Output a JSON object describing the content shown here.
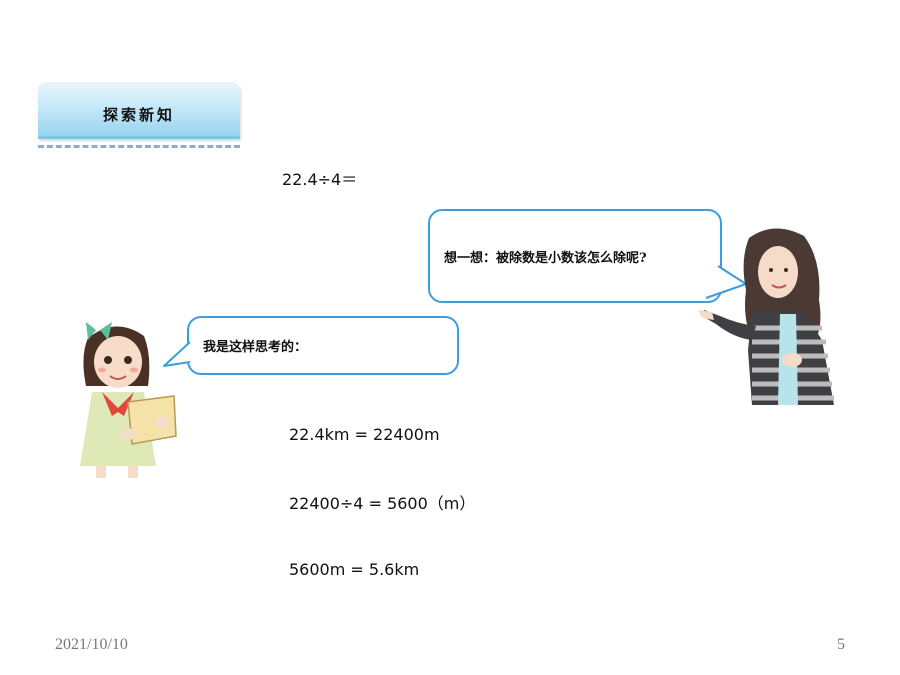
{
  "header": {
    "title": "探索新知"
  },
  "problem": {
    "expression": "22.4÷4＝"
  },
  "bubbles": {
    "teacher": "想一想：被除数是小数该怎么除呢?",
    "student": "我是这样思考的："
  },
  "steps": [
    "22.4km = 22400m",
    "22400÷4 = 5600（m）",
    "5600m = 5.6km"
  ],
  "footer": {
    "date": "2021/10/10",
    "page": "5"
  },
  "colors": {
    "bubble_border": "#3a9ee0",
    "tab_blue": "#bfe6f7",
    "dash": "#8eaad0"
  }
}
